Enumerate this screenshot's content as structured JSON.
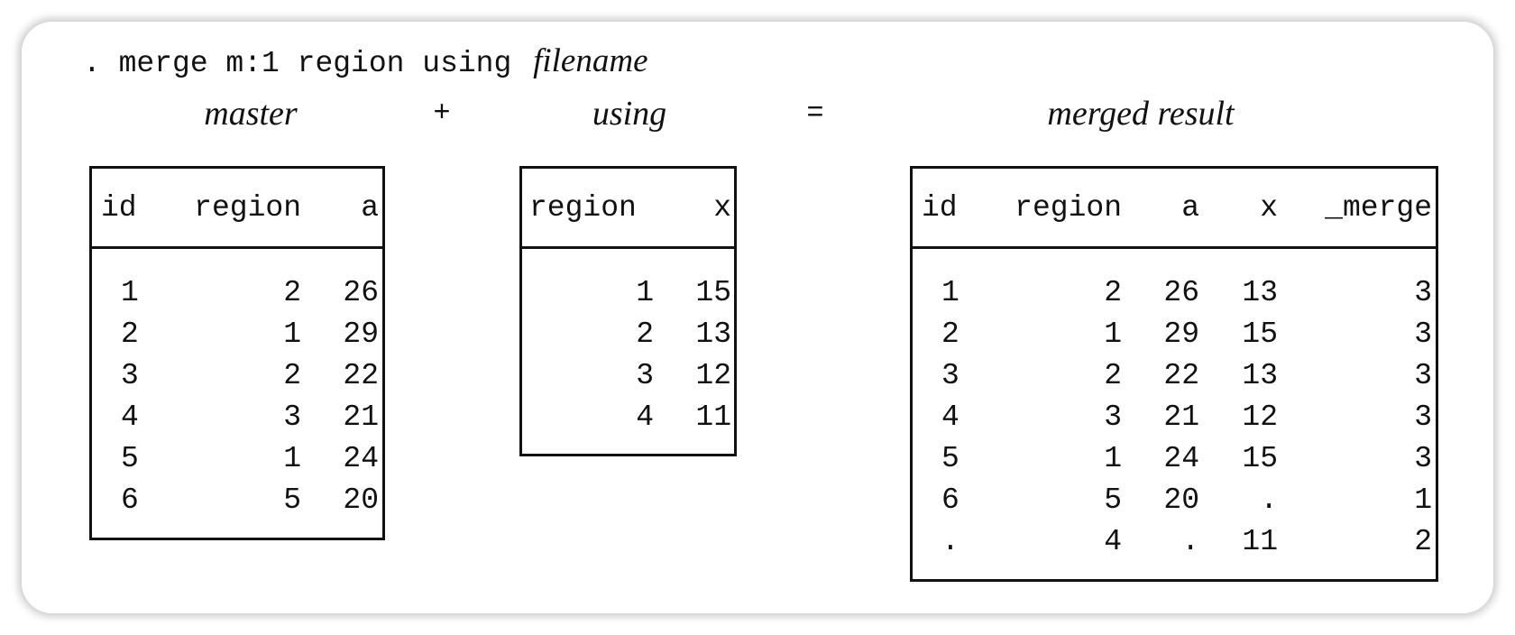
{
  "command": {
    "prefix": ". merge m:1 region using",
    "filename": "filename"
  },
  "labels": {
    "master": "master",
    "plus": "+",
    "using": "using",
    "equals": "=",
    "merged": "merged result"
  },
  "master": {
    "columns": [
      "id",
      "region",
      "a"
    ],
    "rows": [
      [
        "1",
        "2",
        "26"
      ],
      [
        "2",
        "1",
        "29"
      ],
      [
        "3",
        "2",
        "22"
      ],
      [
        "4",
        "3",
        "21"
      ],
      [
        "5",
        "1",
        "24"
      ],
      [
        "6",
        "5",
        "20"
      ]
    ]
  },
  "using": {
    "columns": [
      "region",
      "x"
    ],
    "rows": [
      [
        "1",
        "15"
      ],
      [
        "2",
        "13"
      ],
      [
        "3",
        "12"
      ],
      [
        "4",
        "11"
      ]
    ]
  },
  "merged": {
    "columns": [
      "id",
      "region",
      "a",
      "x",
      "_merge"
    ],
    "rows": [
      [
        "1",
        "2",
        "26",
        "13",
        "3"
      ],
      [
        "2",
        "1",
        "29",
        "15",
        "3"
      ],
      [
        "3",
        "2",
        "22",
        "13",
        "3"
      ],
      [
        "4",
        "3",
        "21",
        "12",
        "3"
      ],
      [
        "5",
        "1",
        "24",
        "15",
        "3"
      ],
      [
        "6",
        "5",
        "20",
        ".",
        "1"
      ],
      [
        ".",
        "4",
        ".",
        "11",
        "2"
      ]
    ]
  }
}
